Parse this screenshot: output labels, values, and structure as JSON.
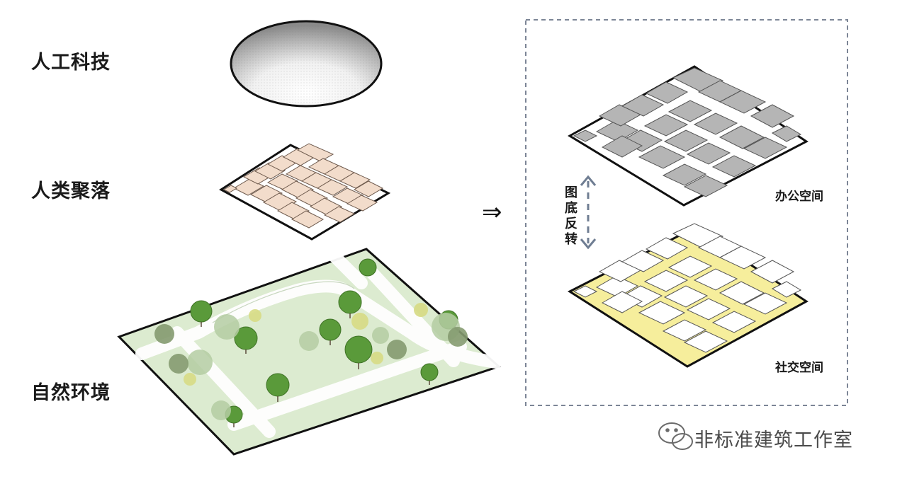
{
  "layers": {
    "technology": "人工科技",
    "settlement": "人类聚落",
    "nature": "自然环境"
  },
  "transform_arrow": "⇒",
  "inversion_label": "图底反转",
  "office_label": "办公空间",
  "social_label": "社交空间",
  "watermark": "非标准建筑工作室",
  "icons": [
    "ellipse-dome-icon",
    "wechat-icon"
  ],
  "colors": {
    "settlement_blocks": "#f2dccb",
    "office_blocks": "#b5b5b5",
    "social_ground": "#f6ee9c",
    "park_ground": "#dcebd0",
    "dashed_frame": "#7c8596",
    "arrow_blue": "#6f7d92"
  }
}
